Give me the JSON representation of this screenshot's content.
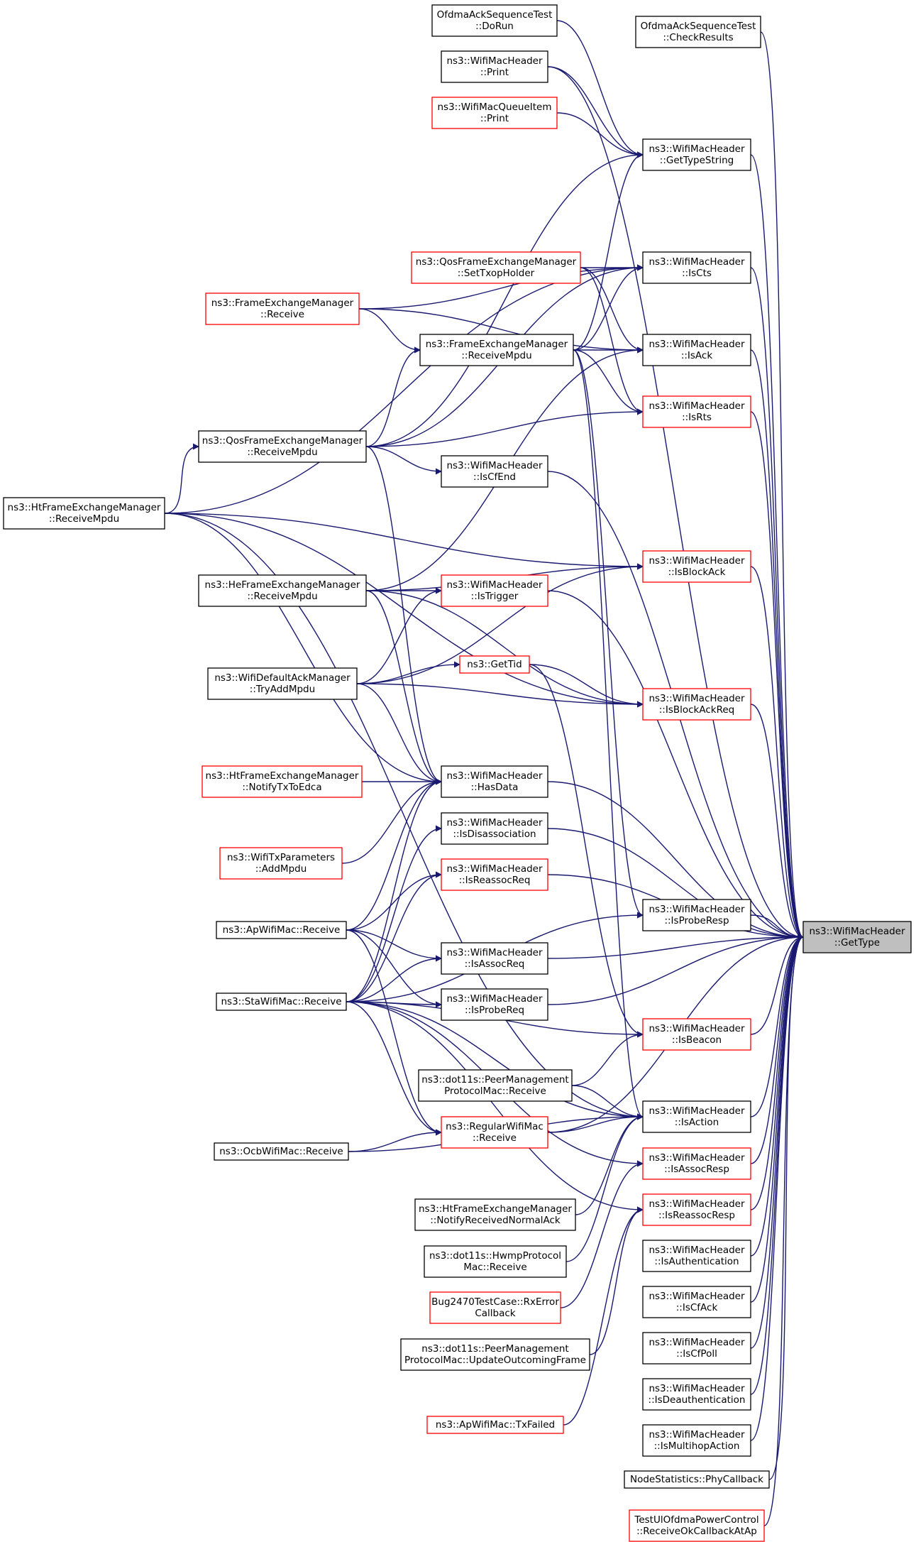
{
  "colors": {
    "edge": "#191970",
    "text": "#000000",
    "border_normal": "#000000",
    "border_truncated": "#ff0000",
    "fill_focus": "#bfbfbf",
    "fill_normal": "#ffffff"
  },
  "nodes": [
    {
      "id": "OfdmaDoRun",
      "lines": [
        "OfdmaAckSequenceTest",
        "::DoRun"
      ],
      "style": "normal"
    },
    {
      "id": "OfdmaCheck",
      "lines": [
        "OfdmaAckSequenceTest",
        "::CheckResults"
      ],
      "style": "normal"
    },
    {
      "id": "WMHPrint",
      "lines": [
        "ns3::WifiMacHeader",
        "::Print"
      ],
      "style": "normal"
    },
    {
      "id": "WMQIPrint",
      "lines": [
        "ns3::WifiMacQueueItem",
        "::Print"
      ],
      "style": "truncated"
    },
    {
      "id": "GetTypeString",
      "lines": [
        "ns3::WifiMacHeader",
        "::GetTypeString"
      ],
      "style": "normal"
    },
    {
      "id": "QosSetTxop",
      "lines": [
        "ns3::QosFrameExchangeManager",
        "::SetTxopHolder"
      ],
      "style": "truncated"
    },
    {
      "id": "IsCts",
      "lines": [
        "ns3::WifiMacHeader",
        "::IsCts"
      ],
      "style": "normal"
    },
    {
      "id": "FEMReceive",
      "lines": [
        "ns3::FrameExchangeManager",
        "::Receive"
      ],
      "style": "truncated"
    },
    {
      "id": "FEMReceiveMpdu",
      "lines": [
        "ns3::FrameExchangeManager",
        "::ReceiveMpdu"
      ],
      "style": "normal"
    },
    {
      "id": "IsAck",
      "lines": [
        "ns3::WifiMacHeader",
        "::IsAck"
      ],
      "style": "normal"
    },
    {
      "id": "IsRts",
      "lines": [
        "ns3::WifiMacHeader",
        "::IsRts"
      ],
      "style": "truncated"
    },
    {
      "id": "QosReceiveMpdu",
      "lines": [
        "ns3::QosFrameExchangeManager",
        "::ReceiveMpdu"
      ],
      "style": "normal"
    },
    {
      "id": "IsCfEnd",
      "lines": [
        "ns3::WifiMacHeader",
        "::IsCfEnd"
      ],
      "style": "normal"
    },
    {
      "id": "HtReceiveMpdu",
      "lines": [
        "ns3::HtFrameExchangeManager",
        "::ReceiveMpdu"
      ],
      "style": "normal"
    },
    {
      "id": "IsBlockAck",
      "lines": [
        "ns3::WifiMacHeader",
        "::IsBlockAck"
      ],
      "style": "truncated"
    },
    {
      "id": "HeReceiveMpdu",
      "lines": [
        "ns3::HeFrameExchangeManager",
        "::ReceiveMpdu"
      ],
      "style": "normal"
    },
    {
      "id": "IsTrigger",
      "lines": [
        "ns3::WifiMacHeader",
        "::IsTrigger"
      ],
      "style": "truncated"
    },
    {
      "id": "GetTid",
      "lines": [
        "ns3::GetTid"
      ],
      "style": "truncated"
    },
    {
      "id": "TryAddMpdu",
      "lines": [
        "ns3::WifiDefaultAckManager",
        "::TryAddMpdu"
      ],
      "style": "normal"
    },
    {
      "id": "IsBlockAckReq",
      "lines": [
        "ns3::WifiMacHeader",
        "::IsBlockAckReq"
      ],
      "style": "truncated"
    },
    {
      "id": "NotifyTxToEdca",
      "lines": [
        "ns3::HtFrameExchangeManager",
        "::NotifyTxToEdca"
      ],
      "style": "truncated"
    },
    {
      "id": "HasData",
      "lines": [
        "ns3::WifiMacHeader",
        "::HasData"
      ],
      "style": "normal"
    },
    {
      "id": "IsDisassociation",
      "lines": [
        "ns3::WifiMacHeader",
        "::IsDisassociation"
      ],
      "style": "normal"
    },
    {
      "id": "AddMpdu",
      "lines": [
        "ns3::WifiTxParameters",
        "::AddMpdu"
      ],
      "style": "truncated"
    },
    {
      "id": "IsReassocReq",
      "lines": [
        "ns3::WifiMacHeader",
        "::IsReassocReq"
      ],
      "style": "truncated"
    },
    {
      "id": "IsProbeResp",
      "lines": [
        "ns3::WifiMacHeader",
        "::IsProbeResp"
      ],
      "style": "normal"
    },
    {
      "id": "GetType",
      "lines": [
        "ns3::WifiMacHeader",
        "::GetType"
      ],
      "style": "focus"
    },
    {
      "id": "ApReceive",
      "lines": [
        "ns3::ApWifiMac::Receive"
      ],
      "style": "normal"
    },
    {
      "id": "IsAssocReq",
      "lines": [
        "ns3::WifiMacHeader",
        "::IsAssocReq"
      ],
      "style": "normal"
    },
    {
      "id": "StaReceive",
      "lines": [
        "ns3::StaWifiMac::Receive"
      ],
      "style": "normal"
    },
    {
      "id": "IsProbeReq",
      "lines": [
        "ns3::WifiMacHeader",
        "::IsProbeReq"
      ],
      "style": "normal"
    },
    {
      "id": "IsBeacon",
      "lines": [
        "ns3::WifiMacHeader",
        "::IsBeacon"
      ],
      "style": "truncated"
    },
    {
      "id": "PeerMgmtReceive",
      "lines": [
        "ns3::dot11s::PeerManagement",
        "ProtocolMac::Receive"
      ],
      "style": "normal"
    },
    {
      "id": "IsAction",
      "lines": [
        "ns3::WifiMacHeader",
        "::IsAction"
      ],
      "style": "normal"
    },
    {
      "id": "RegularReceive",
      "lines": [
        "ns3::RegularWifiMac",
        "::Receive"
      ],
      "style": "truncated"
    },
    {
      "id": "OcbReceive",
      "lines": [
        "ns3::OcbWifiMac::Receive"
      ],
      "style": "normal"
    },
    {
      "id": "IsAssocResp",
      "lines": [
        "ns3::WifiMacHeader",
        "::IsAssocResp"
      ],
      "style": "truncated"
    },
    {
      "id": "NotifyRecvNormalAck",
      "lines": [
        "ns3::HtFrameExchangeManager",
        "::NotifyReceivedNormalAck"
      ],
      "style": "normal"
    },
    {
      "id": "IsReassocResp",
      "lines": [
        "ns3::WifiMacHeader",
        "::IsReassocResp"
      ],
      "style": "truncated"
    },
    {
      "id": "HwmpReceive",
      "lines": [
        "ns3::dot11s::HwmpProtocol",
        "Mac::Receive"
      ],
      "style": "normal"
    },
    {
      "id": "IsAuthentication",
      "lines": [
        "ns3::WifiMacHeader",
        "::IsAuthentication"
      ],
      "style": "normal"
    },
    {
      "id": "Bug2470",
      "lines": [
        "Bug2470TestCase::RxError",
        "Callback"
      ],
      "style": "truncated"
    },
    {
      "id": "IsCfAck",
      "lines": [
        "ns3::WifiMacHeader",
        "::IsCfAck"
      ],
      "style": "normal"
    },
    {
      "id": "PeerMgmtUpdate",
      "lines": [
        "ns3::dot11s::PeerManagement",
        "ProtocolMac::UpdateOutcomingFrame"
      ],
      "style": "normal"
    },
    {
      "id": "IsCfPoll",
      "lines": [
        "ns3::WifiMacHeader",
        "::IsCfPoll"
      ],
      "style": "normal"
    },
    {
      "id": "IsDeauthentication",
      "lines": [
        "ns3::WifiMacHeader",
        "::IsDeauthentication"
      ],
      "style": "normal"
    },
    {
      "id": "ApTxFailed",
      "lines": [
        "ns3::ApWifiMac::TxFailed"
      ],
      "style": "truncated"
    },
    {
      "id": "IsMultihopAction",
      "lines": [
        "ns3::WifiMacHeader",
        "::IsMultihopAction"
      ],
      "style": "normal"
    },
    {
      "id": "NodeStatsPhy",
      "lines": [
        "NodeStatistics::PhyCallback"
      ],
      "style": "normal"
    },
    {
      "id": "TestUlOfdma",
      "lines": [
        "TestUlOfdmaPowerControl",
        "::ReceiveOkCallbackAtAp"
      ],
      "style": "truncated"
    }
  ],
  "edges": [
    [
      "GetTypeString",
      "OfdmaDoRun"
    ],
    [
      "GetTypeString",
      "WMHPrint"
    ],
    [
      "GetTypeString",
      "WMQIPrint"
    ],
    [
      "GetTypeString",
      "QosReceiveMpdu"
    ],
    [
      "GetTypeString",
      "FEMReceiveMpdu"
    ],
    [
      "IsCts",
      "QosSetTxop"
    ],
    [
      "IsCts",
      "FEMReceive"
    ],
    [
      "IsCts",
      "FEMReceiveMpdu"
    ],
    [
      "IsCts",
      "HtReceiveMpdu"
    ],
    [
      "IsCts",
      "QosReceiveMpdu"
    ],
    [
      "IsAck",
      "FEMReceive"
    ],
    [
      "IsAck",
      "FEMReceiveMpdu"
    ],
    [
      "IsAck",
      "QosSetTxop"
    ],
    [
      "IsAck",
      "HeReceiveMpdu"
    ],
    [
      "FEMReceiveMpdu",
      "FEMReceive"
    ],
    [
      "FEMReceiveMpdu",
      "QosReceiveMpdu"
    ],
    [
      "IsRts",
      "FEMReceiveMpdu"
    ],
    [
      "IsRts",
      "QosReceiveMpdu"
    ],
    [
      "IsRts",
      "QosSetTxop"
    ],
    [
      "QosReceiveMpdu",
      "HtReceiveMpdu"
    ],
    [
      "IsCfEnd",
      "QosReceiveMpdu"
    ],
    [
      "IsBlockAck",
      "HtReceiveMpdu"
    ],
    [
      "IsBlockAck",
      "HeReceiveMpdu"
    ],
    [
      "IsBlockAck",
      "TryAddMpdu"
    ],
    [
      "IsTrigger",
      "HeReceiveMpdu"
    ],
    [
      "IsTrigger",
      "TryAddMpdu"
    ],
    [
      "GetTid",
      "TryAddMpdu"
    ],
    [
      "IsBlockAckReq",
      "HeReceiveMpdu"
    ],
    [
      "IsBlockAckReq",
      "GetTid"
    ],
    [
      "IsBlockAckReq",
      "TryAddMpdu"
    ],
    [
      "IsBlockAckReq",
      "HtReceiveMpdu"
    ],
    [
      "HasData",
      "NotifyTxToEdca"
    ],
    [
      "HasData",
      "QosReceiveMpdu"
    ],
    [
      "HasData",
      "HeReceiveMpdu"
    ],
    [
      "HasData",
      "TryAddMpdu"
    ],
    [
      "HasData",
      "HtReceiveMpdu"
    ],
    [
      "HasData",
      "AddMpdu"
    ],
    [
      "HasData",
      "ApReceive"
    ],
    [
      "HasData",
      "StaReceive"
    ],
    [
      "IsDisassociation",
      "StaReceive"
    ],
    [
      "IsReassocReq",
      "ApReceive"
    ],
    [
      "IsReassocReq",
      "StaReceive"
    ],
    [
      "IsProbeResp",
      "StaReceive"
    ],
    [
      "IsProbeResp",
      "FEMReceiveMpdu"
    ],
    [
      "IsAssocReq",
      "ApReceive"
    ],
    [
      "IsAssocReq",
      "StaReceive"
    ],
    [
      "IsProbeReq",
      "ApReceive"
    ],
    [
      "IsProbeReq",
      "StaReceive"
    ],
    [
      "IsBeacon",
      "StaReceive"
    ],
    [
      "IsBeacon",
      "PeerMgmtReceive"
    ],
    [
      "IsBeacon",
      "GetTid"
    ],
    [
      "RegularReceive",
      "StaReceive"
    ],
    [
      "RegularReceive",
      "ApReceive"
    ],
    [
      "RegularReceive",
      "OcbReceive"
    ],
    [
      "IsAction",
      "PeerMgmtReceive"
    ],
    [
      "IsAction",
      "RegularReceive"
    ],
    [
      "IsAction",
      "OcbReceive"
    ],
    [
      "IsAction",
      "NotifyRecvNormalAck"
    ],
    [
      "IsAction",
      "HwmpReceive"
    ],
    [
      "IsAction",
      "StaReceive"
    ],
    [
      "IsAction",
      "HtReceiveMpdu"
    ],
    [
      "IsAction",
      "FEMReceiveMpdu"
    ],
    [
      "IsAssocResp",
      "StaReceive"
    ],
    [
      "IsAssocResp",
      "Bug2470"
    ],
    [
      "IsReassocResp",
      "StaReceive"
    ],
    [
      "IsReassocResp",
      "PeerMgmtUpdate"
    ],
    [
      "IsReassocResp",
      "ApTxFailed"
    ],
    [
      "GetType",
      "OfdmaCheck"
    ],
    [
      "GetType",
      "WMHPrint"
    ],
    [
      "GetType",
      "GetTypeString"
    ],
    [
      "GetType",
      "IsCts"
    ],
    [
      "GetType",
      "IsAck"
    ],
    [
      "GetType",
      "IsRts"
    ],
    [
      "GetType",
      "IsCfEnd"
    ],
    [
      "GetType",
      "IsBlockAck"
    ],
    [
      "GetType",
      "IsTrigger"
    ],
    [
      "GetType",
      "IsBlockAckReq"
    ],
    [
      "GetType",
      "HasData"
    ],
    [
      "GetType",
      "IsDisassociation"
    ],
    [
      "GetType",
      "IsReassocReq"
    ],
    [
      "GetType",
      "IsProbeResp"
    ],
    [
      "GetType",
      "IsAssocReq"
    ],
    [
      "GetType",
      "IsProbeReq"
    ],
    [
      "GetType",
      "IsBeacon"
    ],
    [
      "GetType",
      "RegularReceive"
    ],
    [
      "GetType",
      "IsAction"
    ],
    [
      "GetType",
      "IsAssocResp"
    ],
    [
      "GetType",
      "IsReassocResp"
    ],
    [
      "GetType",
      "IsAuthentication"
    ],
    [
      "GetType",
      "IsCfAck"
    ],
    [
      "GetType",
      "IsCfPoll"
    ],
    [
      "GetType",
      "IsDeauthentication"
    ],
    [
      "GetType",
      "IsMultihopAction"
    ],
    [
      "GetType",
      "NodeStatsPhy"
    ],
    [
      "GetType",
      "TestUlOfdma"
    ]
  ]
}
